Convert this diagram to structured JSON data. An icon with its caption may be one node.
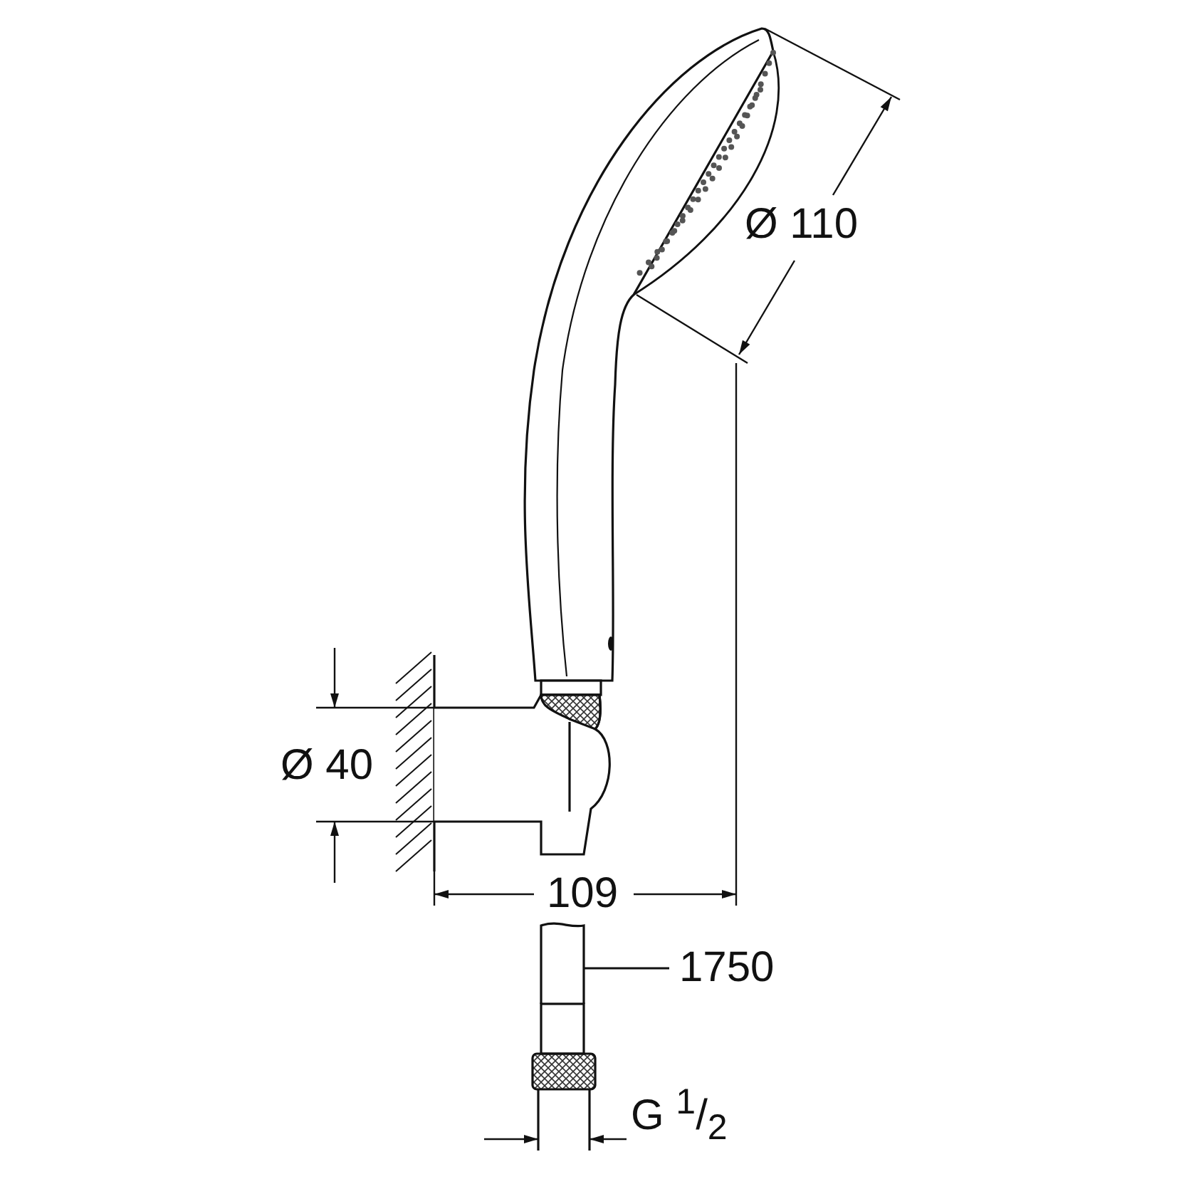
{
  "diagram": {
    "nodes": [
      {
        "text": [
          "1750"
        ]
      },
      {
        "text": [],
        "shape": "picture"
      }
    ],
    "edges": [
      {
        "from": 0,
        "to": 1,
        "arrow": "none"
      }
    ],
    "labels": [
      "Ø 110",
      "Ø 40",
      "109",
      "G $^{1}$/$_{2}$"
    ]
  }
}
